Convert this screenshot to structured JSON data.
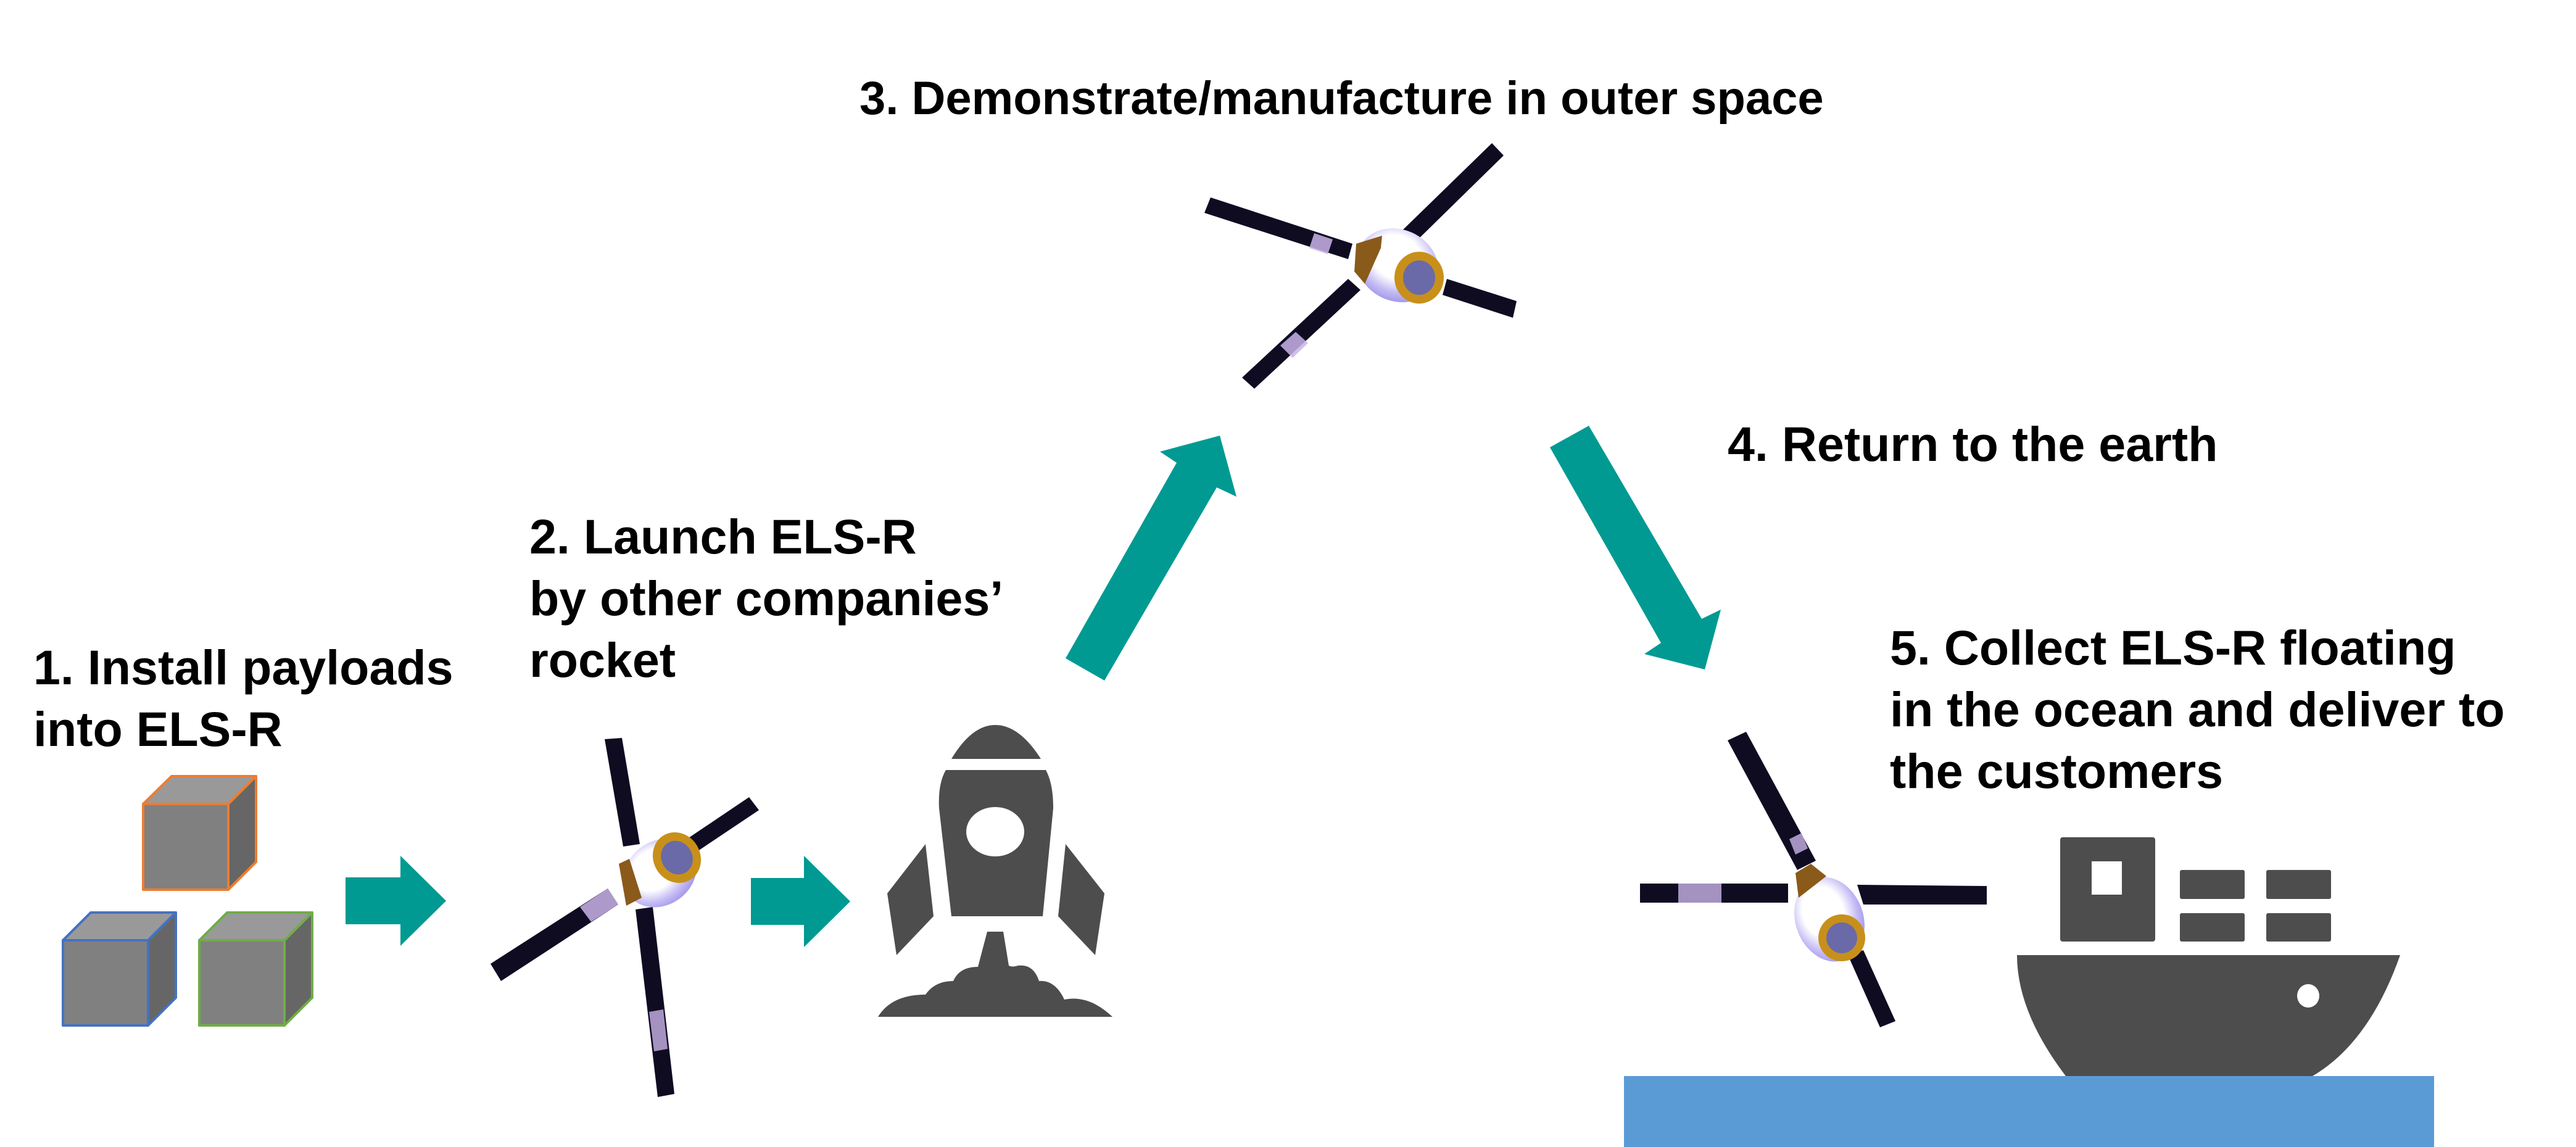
{
  "diagram": {
    "title": "ELS-R mission flow",
    "steps": [
      {
        "number": 1,
        "lines": [
          "1. Install payloads",
          "into ELS-R"
        ],
        "icon": "payload-cubes-icon"
      },
      {
        "number": 2,
        "lines": [
          "2. Launch ELS-R",
          "by other companies’",
          "rocket"
        ],
        "icon": "rocket-icon"
      },
      {
        "number": 3,
        "lines": [
          "3. Demonstrate/manufacture in outer space"
        ],
        "icon": "satellite-icon"
      },
      {
        "number": 4,
        "lines": [
          "4. Return to the earth"
        ],
        "icon": "down-arrow-icon"
      },
      {
        "number": 5,
        "lines": [
          "5. Collect ELS-R floating",
          "in the ocean and deliver to",
          "the customers"
        ],
        "icon": "cargo-ship-icon"
      }
    ],
    "flow": [
      "1 -> 2",
      "2 -> launch",
      "launch -> 3",
      "3 -> 4",
      "4 -> 5"
    ]
  },
  "colors": {
    "arrow": "#009a92",
    "icon_gray": "#4d4d4d",
    "ocean": "#5b9bd5",
    "cube_front": "#808080",
    "cube_top": "#999999",
    "cube_side": "#666666",
    "cube_orange": "#ed7d31",
    "cube_blue": "#4472c4",
    "cube_green": "#70ad47",
    "panel": "#0f0c22",
    "satellite_body": "#b8b0f0",
    "satellite_gold": "#c8901a"
  }
}
